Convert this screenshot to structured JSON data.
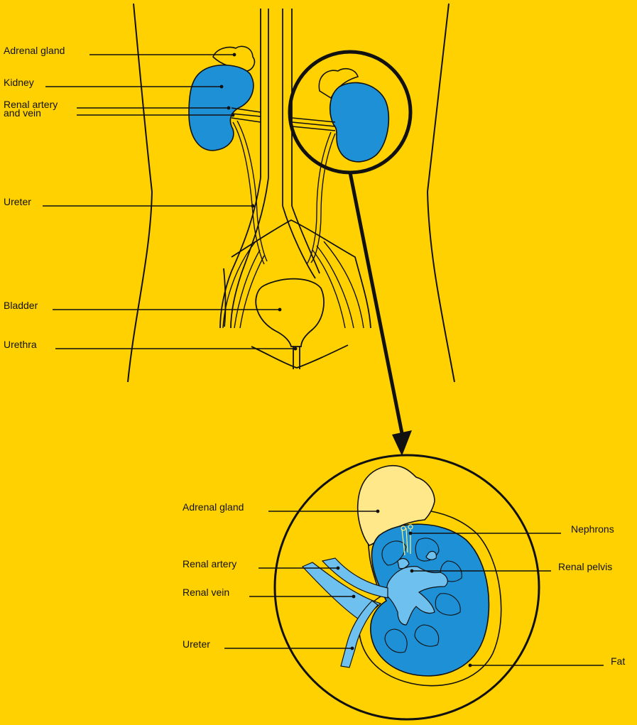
{
  "colors": {
    "background": "#FFD100",
    "kidney_fill": "#1E90D6",
    "kidney_light": "#6EC1EE",
    "adrenal_fill": "#FFE88A",
    "outline": "#111111"
  },
  "overview_labels": {
    "adrenal_gland": "Adrenal gland",
    "kidney": "Kidney",
    "renal_artery_vein_line1": "Renal artery",
    "renal_artery_vein_line2": "and vein",
    "ureter": "Ureter",
    "bladder": "Bladder",
    "urethra": "Urethra"
  },
  "detail_labels": {
    "adrenal_gland": "Adrenal gland",
    "renal_artery": "Renal artery",
    "renal_vein": "Renal vein",
    "ureter": "Ureter",
    "nephrons": "Nephrons",
    "renal_pelvis": "Renal pelvis",
    "fat": "Fat"
  }
}
